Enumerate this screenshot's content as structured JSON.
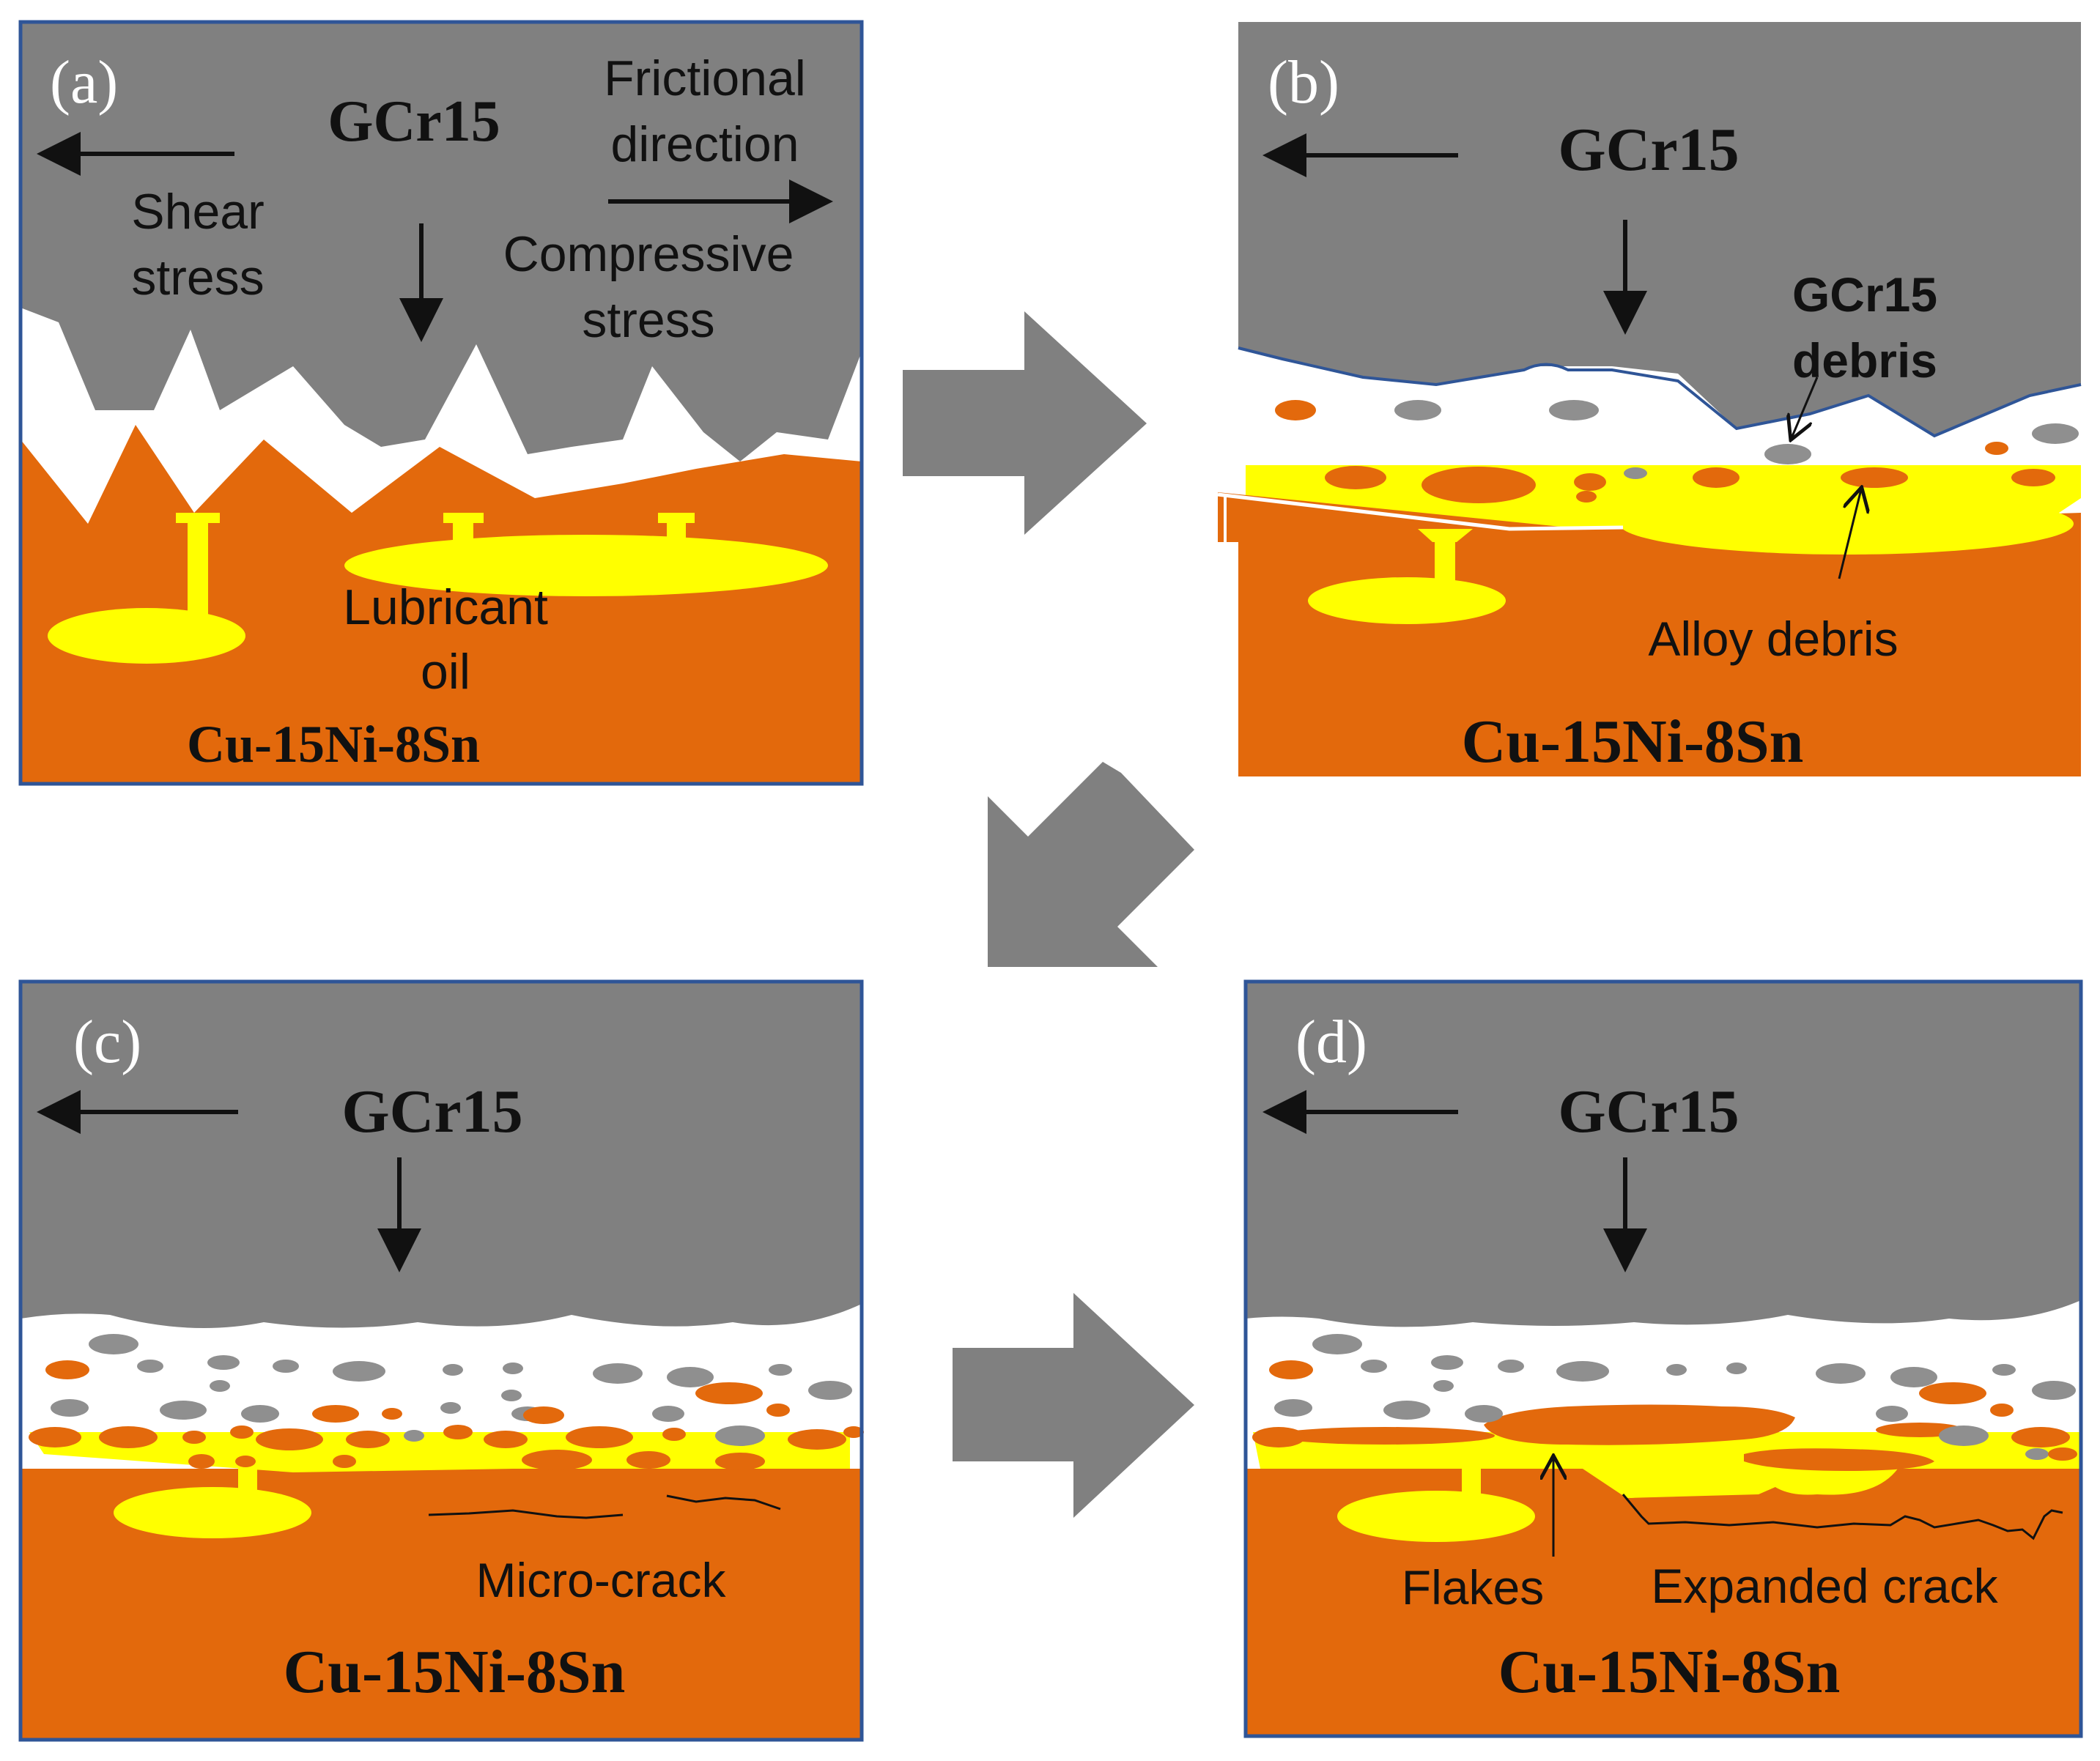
{
  "colors": {
    "counterface_gray": "#808080",
    "alloy_orange": "#E3690C",
    "lubricant_yellow": "#FFFF00",
    "border_blue": "#2F5597",
    "flow_arrow_gray": "#808080",
    "debris_gray": "#8F8F8F"
  },
  "panels": {
    "a": {
      "letter": "(a)",
      "counterface": "GCr15",
      "frictional_line1": "Frictional",
      "frictional_line2": "direction",
      "shear_line1": "Shear",
      "shear_line2": "stress",
      "compressive_line1": "Compressive",
      "compressive_line2": "stress",
      "lubricant_line1": "Lubricant",
      "lubricant_line2": "oil",
      "substrate": "Cu-15Ni-8Sn"
    },
    "b": {
      "letter": "(b)",
      "counterface": "GCr15",
      "gcr15_debris_line1": "GCr15",
      "gcr15_debris_line2": "debris",
      "alloy_debris": "Alloy debris",
      "substrate": "Cu-15Ni-8Sn"
    },
    "c": {
      "letter": "(c)",
      "counterface": "GCr15",
      "micro_crack": "Micro-crack",
      "substrate": "Cu-15Ni-8Sn"
    },
    "d": {
      "letter": "(d)",
      "counterface": "GCr15",
      "flakes": "Flakes",
      "expanded_crack": "Expanded crack",
      "substrate": "Cu-15Ni-8Sn"
    }
  },
  "flow_arrows": [
    "a-to-b",
    "b-to-c",
    "c-to-d"
  ]
}
